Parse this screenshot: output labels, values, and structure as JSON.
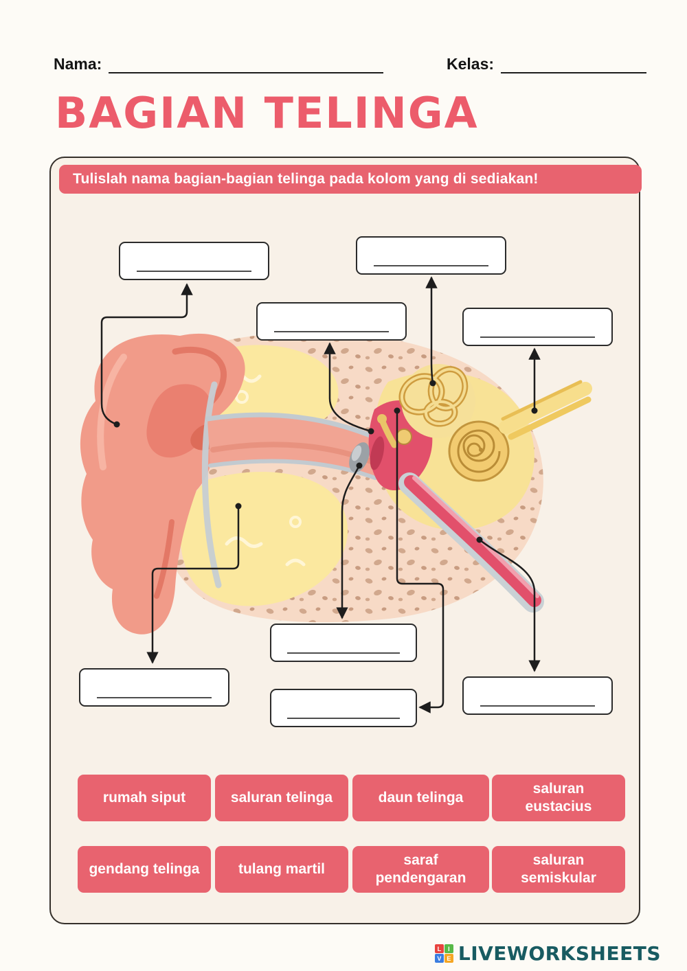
{
  "header": {
    "name_label": "Nama:",
    "name_value": "",
    "class_label": "Kelas:",
    "class_value": ""
  },
  "title": "BAGIAN TELINGA",
  "instruction": "Tulislah nama bagian-bagian telinga pada kolom yang di sediakan!",
  "answer_boxes": [
    {
      "id": "box-1",
      "value": ""
    },
    {
      "id": "box-2",
      "value": ""
    },
    {
      "id": "box-3",
      "value": ""
    },
    {
      "id": "box-4",
      "value": ""
    },
    {
      "id": "box-5",
      "value": ""
    },
    {
      "id": "box-6",
      "value": ""
    },
    {
      "id": "box-7",
      "value": ""
    },
    {
      "id": "box-8",
      "value": ""
    }
  ],
  "word_bank": [
    {
      "label": "rumah siput"
    },
    {
      "label": "saluran telinga"
    },
    {
      "label": "daun telinga"
    },
    {
      "label": "saluran eustacius"
    },
    {
      "label": "gendang telinga"
    },
    {
      "label": "tulang martil"
    },
    {
      "label": "saraf pendengaran"
    },
    {
      "label": "saluran semiskular"
    }
  ],
  "footer": {
    "brand": "LIVEWORKSHEETS",
    "icon_letters": [
      "L",
      "I",
      "V",
      "E"
    ]
  },
  "colors": {
    "accent_pink": "#E8636F",
    "title_pink": "#EC5C6B",
    "panel_bg": "#F8F1E8",
    "page_bg": "#FDFBF6",
    "brand_teal": "#185B61"
  }
}
